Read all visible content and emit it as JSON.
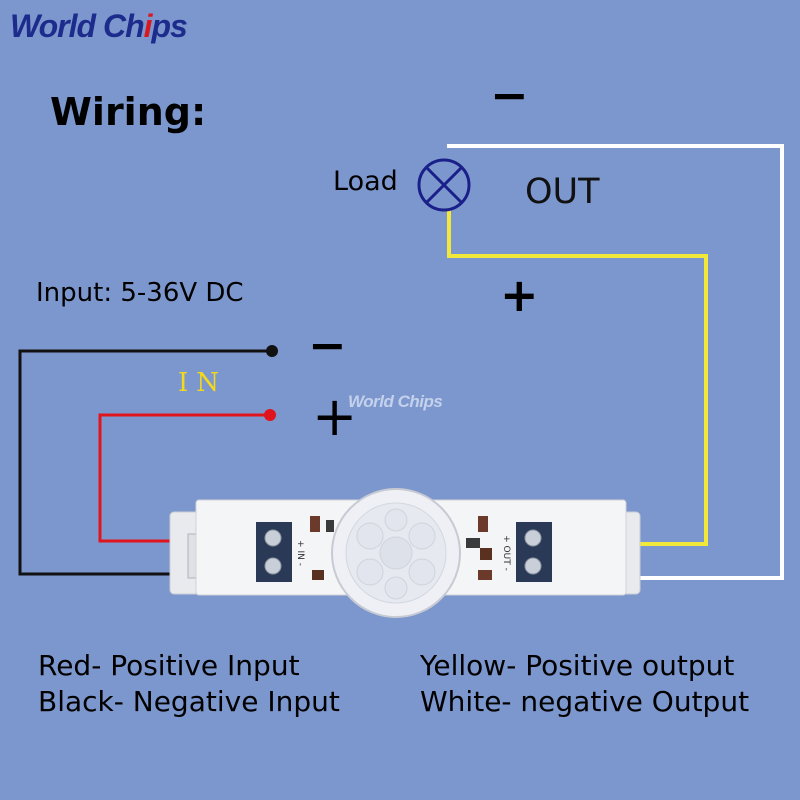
{
  "brand": {
    "part1": "World ",
    "part2": "Ch",
    "part3": "i",
    "part4": "ps"
  },
  "watermark": "World Chips",
  "title": "Wiring:",
  "load_label": "Load",
  "out_label": "OUT",
  "out_minus": "−",
  "out_plus": "+",
  "input_label": "Input: 5-36V DC",
  "in_label": "IN",
  "in_minus": "−",
  "in_plus": "+",
  "legend_left": [
    "Red- Positive Input",
    "Black- Negative Input"
  ],
  "legend_right": [
    "Yellow- Positive output",
    "White- negative Output"
  ],
  "module": {
    "in_text": "+ IN -",
    "out_text": "+ OUT -"
  },
  "colors": {
    "background": "#7c97cd",
    "red_wire": "#e0141c",
    "black_wire": "#111111",
    "yellow_wire": "#f2e83a",
    "white_wire": "#ffffff",
    "lamp": "#1a1f8a"
  }
}
